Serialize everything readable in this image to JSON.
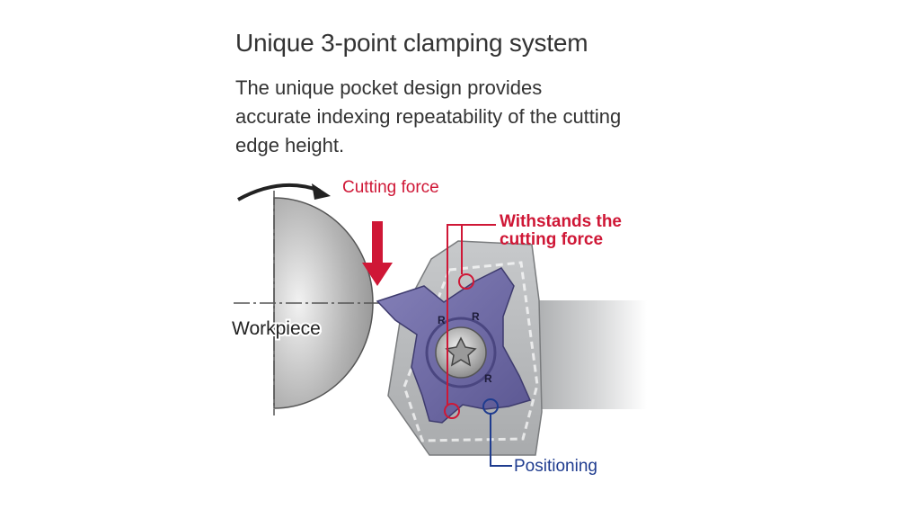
{
  "heading": {
    "title": "Unique 3-point clamping system",
    "description_lines": [
      "The unique pocket design provides",
      "accurate indexing repeatability of the cutting",
      "edge height."
    ]
  },
  "diagram": {
    "labels": {
      "cutting_force": "Cutting force",
      "withstands_line1": "Withstands the",
      "withstands_line2": "cutting force",
      "workpiece": "Workpiece",
      "positioning": "Positioning",
      "insert_mark_top": "R",
      "insert_mark_left": "R",
      "insert_mark_right": "R"
    },
    "colors": {
      "force_red": "#cf1736",
      "positioning_blue": "#1f3c8f",
      "insert_purple": "#6f6ba6",
      "holder_gray": "#b9bbbd",
      "workpiece_gray": "#a6a6a6"
    }
  }
}
